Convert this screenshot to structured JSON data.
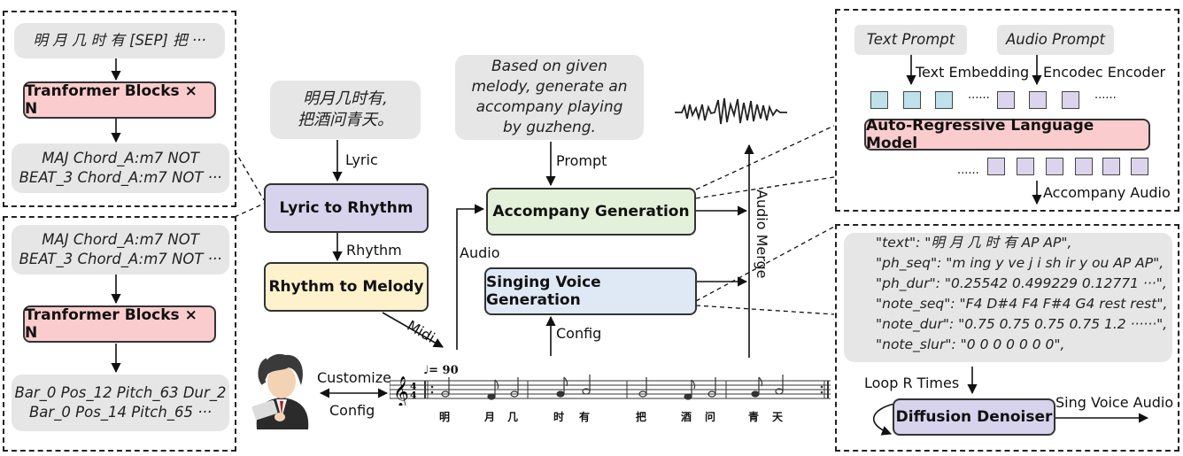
{
  "left_top": {
    "input_tokens": "明 月 几 时 有 [SEP] 把 ···",
    "block": "Tranformer Blocks × N",
    "output_line1": "MAJ Chord_A:m7 NOT",
    "output_line2": "BEAT_3 Chord_A:m7 NOT ···"
  },
  "left_bottom": {
    "input_line1": "MAJ Chord_A:m7 NOT",
    "input_line2": "BEAT_3 Chord_A:m7 NOT ···",
    "block": "Tranformer Blocks × N",
    "output_line1": "Bar_0 Pos_12 Pitch_63 Dur_2",
    "output_line2": "Bar_0 Pos_14 Pitch_65 ···"
  },
  "center": {
    "lyric_text_line1": "明月几时有,",
    "lyric_text_line2": "把酒问青天。",
    "lyric_label": "Lyric",
    "lyric_to_rhythm": "Lyric to Rhythm",
    "rhythm_label": "Rhythm",
    "rhythm_to_melody": "Rhythm to Melody",
    "midi_label": "Midi",
    "audio_label": "Audio",
    "prompt_text_line1": "Based on given",
    "prompt_text_line2": "melody, generate an",
    "prompt_text_line3": "accompany playing",
    "prompt_text_line4": "by guzheng.",
    "prompt_label": "Prompt",
    "accompany_generation": "Accompany Generation",
    "singing_voice_generation": "Singing Voice Generation",
    "config_label": "Config",
    "audio_merge_label": "Audio Merge",
    "customize_label": "Customize",
    "config_label_2": "Config",
    "tempo": "♩= 90",
    "score_lyrics": [
      "明",
      "月",
      "几",
      "时",
      "有",
      "把",
      "酒",
      "问",
      "青",
      "天"
    ]
  },
  "right_top": {
    "text_prompt": "Text Prompt",
    "audio_prompt": "Audio Prompt",
    "text_embedding": "Text Embedding",
    "encodec_encoder": "Encodec Encoder",
    "ellipsis_1": "......",
    "ellipsis_2": "......",
    "ellipsis_3": "......",
    "model": "Auto-Regressive Language Model",
    "accompany_audio": "Accompany Audio"
  },
  "right_bottom": {
    "code_lines": [
      "\"text\": \"明 月 几 时 有 AP AP\",",
      "\"ph_seq\": \"m ing y ve j i sh ir y ou AP AP\",",
      "\"ph_dur\": \"0.25542 0.499229 0.12771 ···\",",
      "\"note_seq\": \"F4 D#4 F4 F#4 G4 rest rest\",",
      "\"note_dur\": \"0.75 0.75 0.75 0.75 1.2 ······\",",
      "\"note_slur\": \"0 0 0 0 0 0 0\","
    ],
    "loop_label": "Loop R Times",
    "denoiser": "Diffusion Denoiser",
    "output_label": "Sing Voice Audio"
  },
  "colors": {
    "pink": "#fbcccd",
    "purple": "#d8d3ec",
    "yellow": "#fdf2cc",
    "green": "#e3f0da",
    "blue": "#dfe9f6",
    "grey": "#e6e6e6",
    "token_text": "#bfe2ea",
    "token_audio": "#dcd4ec",
    "composer_icon": "composer-portrait-icon",
    "waveform_icon": "waveform-icon"
  }
}
